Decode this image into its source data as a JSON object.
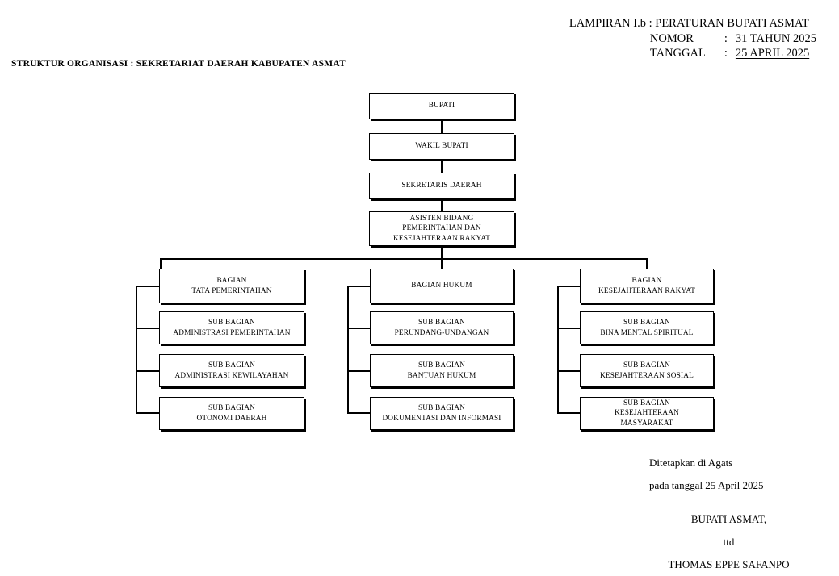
{
  "document": {
    "reference": {
      "line1": "LAMPIRAN I.b : PERATURAN BUPATI ASMAT",
      "nomor_key": "NOMOR",
      "nomor_sep": ":",
      "nomor_value": "31 TAHUN 2025",
      "tanggal_key": "TANGGAL",
      "tanggal_sep": ":",
      "tanggal_value": "25 APRIL 2025"
    },
    "title": "STRUKTUR ORGANISASI : SEKRETARIAT DAERAH KABUPATEN ASMAT"
  },
  "chart_data": {
    "type": "diagram",
    "title": "STRUKTUR ORGANISASI : SEKRETARIAT DAERAH KABUPATEN ASMAT",
    "nodes": {
      "bupati": "BUPATI",
      "wakil_bupati": "WAKIL BUPATI",
      "sekretaris_daerah": "SEKRETARIS DAERAH",
      "asisten": "ASISTEN BIDANG\nPEMERINTAHAN DAN\nKESEJAHTERAAN RAKYAT"
    },
    "columns": [
      {
        "head": "BAGIAN\nTATA PEMERINTAHAN",
        "children": [
          "SUB BAGIAN\nADMINISTRASI  PEMERINTAHAN",
          "SUB BAGIAN\nADMINISTRASI KEWILAYAHAN",
          "SUB BAGIAN\nOTONOMI DAERAH"
        ]
      },
      {
        "head": "BAGIAN HUKUM",
        "children": [
          "SUB BAGIAN\nPERUNDANG-UNDANGAN",
          "SUB BAGIAN\nBANTUAN HUKUM",
          "SUB BAGIAN\nDOKUMENTASI DAN INFORMASI"
        ]
      },
      {
        "head": "BAGIAN\nKESEJAHTERAAN RAKYAT",
        "children": [
          "SUB BAGIAN\nBINA MENTAL SPIRITUAL",
          "SUB BAGIAN\nKESEJAHTERAAN SOSIAL",
          "SUB BAGIAN\nKESEJAHTERAAN\nMASYARAKAT"
        ]
      }
    ],
    "colors": {
      "line": "#000000",
      "box_fill": "#ffffff",
      "text": "#000000"
    }
  },
  "signature": {
    "place": "Ditetapkan di Agats",
    "date": "pada tanggal 25 April 2025",
    "office": "BUPATI ASMAT,",
    "ttd": "ttd",
    "name": "THOMAS EPPE SAFANPO"
  }
}
